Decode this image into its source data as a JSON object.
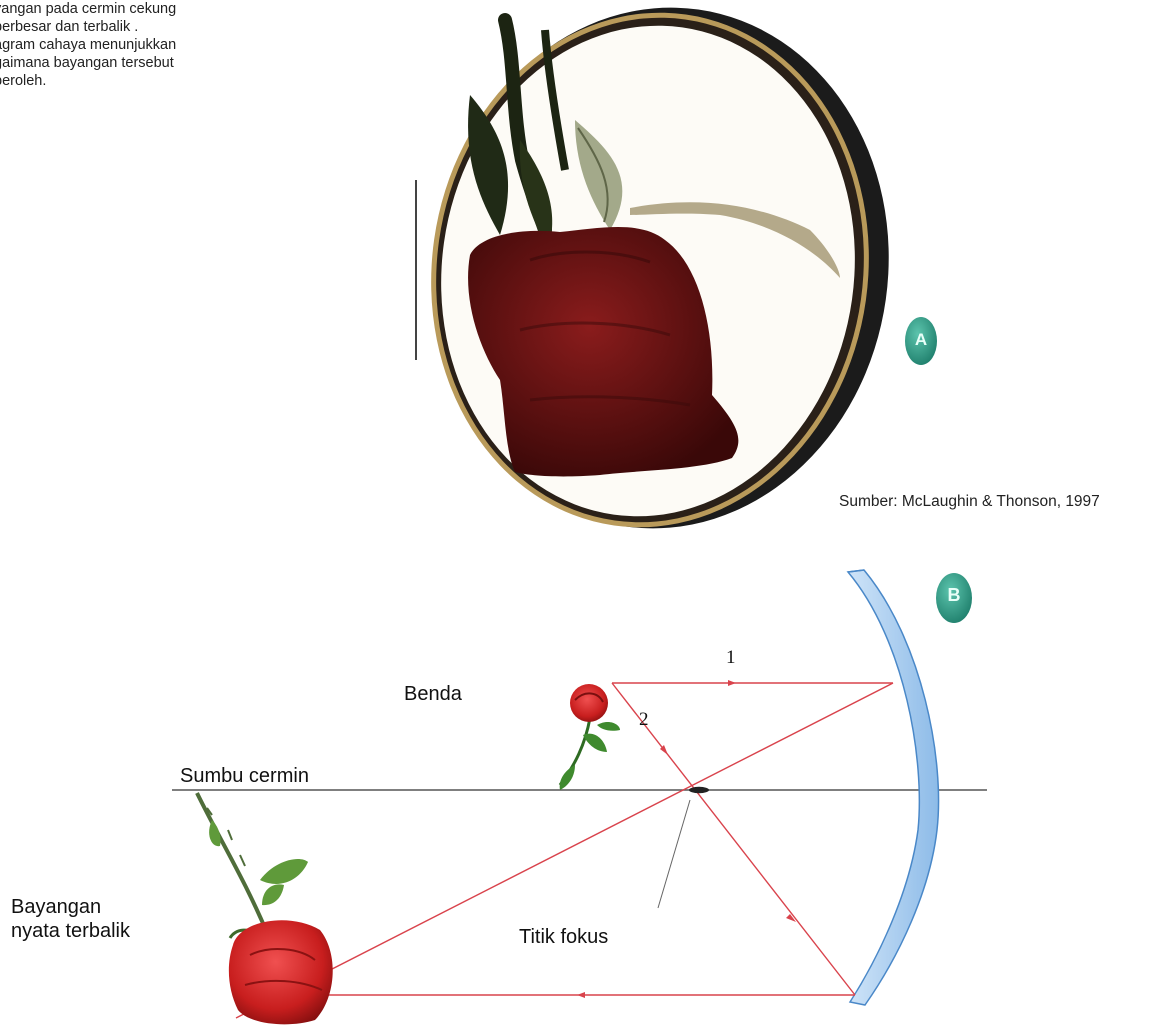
{
  "caption": {
    "lines": [
      "yangan pada cermin cekung",
      "perbesar dan terbalik .",
      "agram cahaya menunjukkan",
      "gaimana bayangan tersebut",
      "peroleh."
    ]
  },
  "photo": {
    "badge": "A",
    "source": "Sumber: McLaughin & Thonson, 1997"
  },
  "diagram": {
    "badge": "B",
    "ray_1_label": "1",
    "ray_2_label": "2",
    "object_label": "Benda",
    "axis_label": "Sumbu cermin",
    "image_label_line1": "Bayangan",
    "image_label_line2": "nyata terbalik",
    "focus_label": "Titik fokus"
  },
  "colors": {
    "ray": "#d9434c",
    "mirror_fill": "#a9cdf0",
    "mirror_edge": "#4a88c8",
    "badge": "#2e9a86",
    "rose_dark": "#5a1010",
    "rose_red": "#c81e1e"
  }
}
